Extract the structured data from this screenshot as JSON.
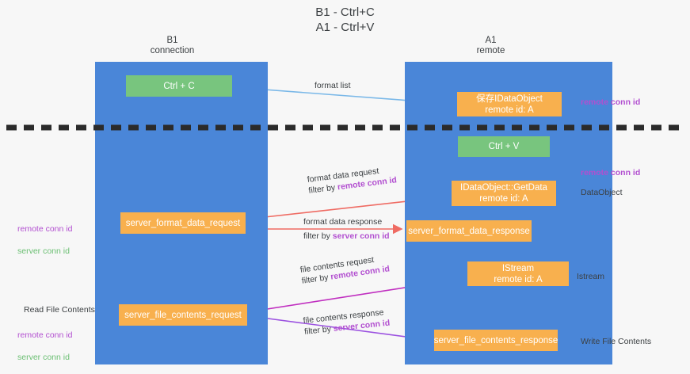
{
  "title": "B1 - Ctrl+C\nA1 - Ctrl+V",
  "lanes": [
    {
      "name": "lane-b1",
      "header": "B1\nconnection"
    },
    {
      "name": "lane-a1",
      "header": "A1\nremote"
    }
  ],
  "boxes": {
    "ctrl_c": "Ctrl + C",
    "idataobject": "保存IDataObject\nremote id: A",
    "ctrl_v": "Ctrl + V",
    "getdata": "IDataObject::GetData\nremote id: A",
    "server_format_data_request": "server_format_data_request",
    "server_format_data_response": "server_format_data_response",
    "istream": "IStream\nremote id: A",
    "server_file_contents_request": "server_file_contents_request",
    "server_file_contents_response": "server_file_contents_response"
  },
  "arrow_labels": {
    "format_list": "format list",
    "format_data_request": "format data request",
    "format_data_request_filter_prefix": "filter by ",
    "format_data_request_filter_key": "remote conn id",
    "format_data_response": "format data response",
    "format_data_response_filter_prefix": "filter by ",
    "format_data_response_filter_key": "server conn id",
    "file_contents_request": "file contents request",
    "file_contents_request_filter_prefix": "filter by ",
    "file_contents_request_filter_key": "remote conn id",
    "file_contents_response": "file contents response",
    "file_contents_response_filter_prefix": "filter by ",
    "file_contents_response_filter_key": "server conn id"
  },
  "notes": {
    "right_remote_conn_id_top": "remote conn id",
    "right_remote_conn_id_mid": "remote conn id",
    "right_dataobject": "DataObject",
    "right_istream": "Istream",
    "right_write_file_contents": "Write File Contents",
    "left_remote_conn_id": "remote conn id",
    "left_server_conn_id": "server conn id",
    "left_read_file_contents": "Read File Contents",
    "left_remote_conn_id_2": "remote conn id",
    "left_server_conn_id_2": "server conn id"
  },
  "colors": {
    "lane": "#4a86d8",
    "green_box": "#78c57e",
    "orange_box": "#f8b04e",
    "remote_key": "#b24fd0",
    "server_key": "#6bbf73",
    "divider": "#2b2b2b",
    "arrow_blue": "#7ab8e8",
    "arrow_red": "#ef6b63",
    "arrow_magenta": "#c02fc0",
    "arrow_purple": "#9b51e0",
    "arrow_black": "#1a1a1a"
  }
}
